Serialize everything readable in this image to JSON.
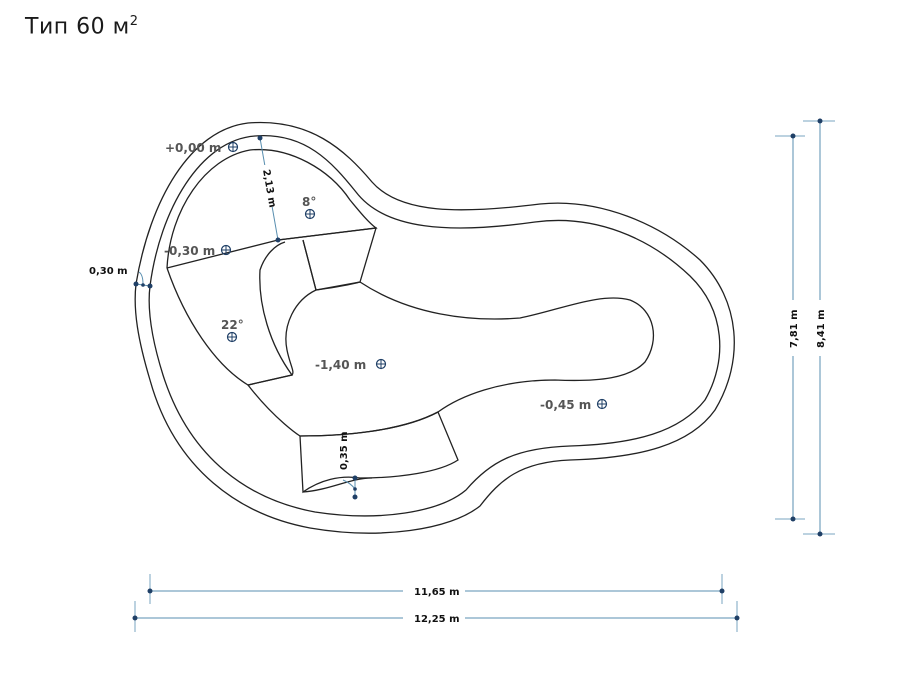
{
  "title": {
    "text": "Тип 60 м",
    "sup": "2"
  },
  "levels": {
    "top_edge": "+0,00 m",
    "bench": "-0,30 m",
    "deep": "-1,40 m",
    "shallow": "-0,45 m"
  },
  "slopes": {
    "upper": "8°",
    "steps": "22°"
  },
  "dimensions": {
    "step_width": "2,13 m",
    "wall_thickness": "0,30 m",
    "seat_width": "0,35 m",
    "inner_height": "7,81 m",
    "outer_height": "8,41 m",
    "inner_width": "11,65 m",
    "outer_width": "12,25 m"
  },
  "colors": {
    "outline": "#222222",
    "dimension_line": "#5a8fb0",
    "marker": "#1f3f66",
    "level_text": "#555555"
  }
}
